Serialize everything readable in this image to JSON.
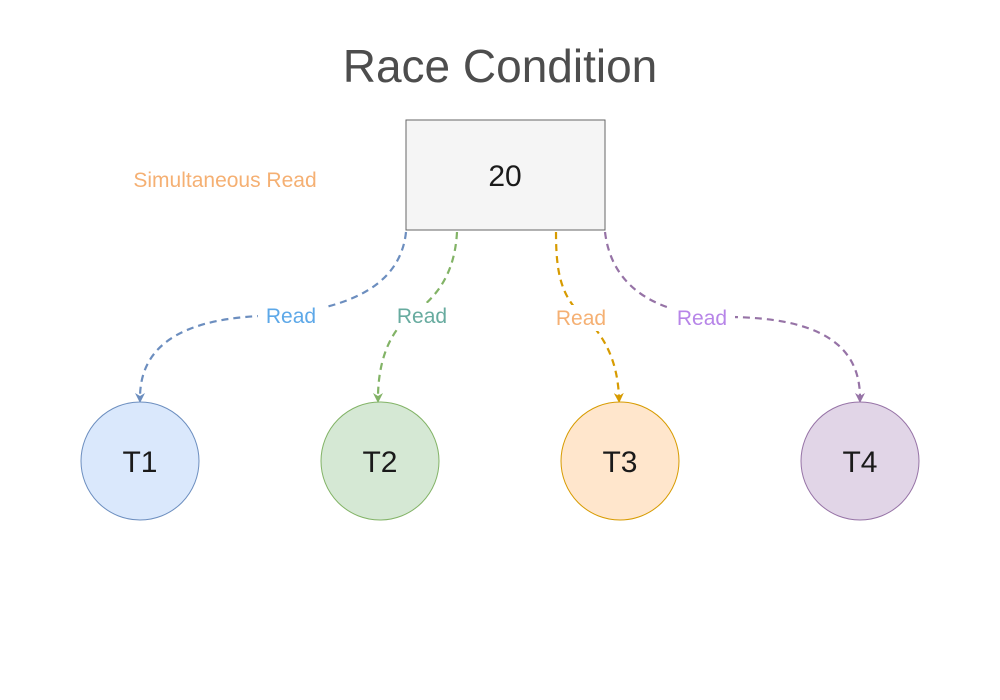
{
  "title": "Race Condition",
  "shared_variable": {
    "value": "20",
    "fill": "#f5f5f5",
    "stroke": "#666666"
  },
  "annotation": {
    "text": "Simultaneous Read",
    "color": "#f5b073"
  },
  "edges": [
    {
      "label": "Read",
      "stroke": "#6c8ebf",
      "label_color": "#5da8e8"
    },
    {
      "label": "Read",
      "stroke": "#82b366",
      "label_color": "#67ab9f"
    },
    {
      "label": "Read",
      "stroke": "#d79b00",
      "label_color": "#f5b073"
    },
    {
      "label": "Read",
      "stroke": "#9673a6",
      "label_color": "#b785e8"
    }
  ],
  "threads": [
    {
      "label": "T1",
      "fill": "#dae8fc",
      "stroke": "#6c8ebf"
    },
    {
      "label": "T2",
      "fill": "#d5e8d4",
      "stroke": "#82b366"
    },
    {
      "label": "T3",
      "fill": "#ffe6cc",
      "stroke": "#d79b00"
    },
    {
      "label": "T4",
      "fill": "#e1d5e7",
      "stroke": "#9673a6"
    }
  ]
}
